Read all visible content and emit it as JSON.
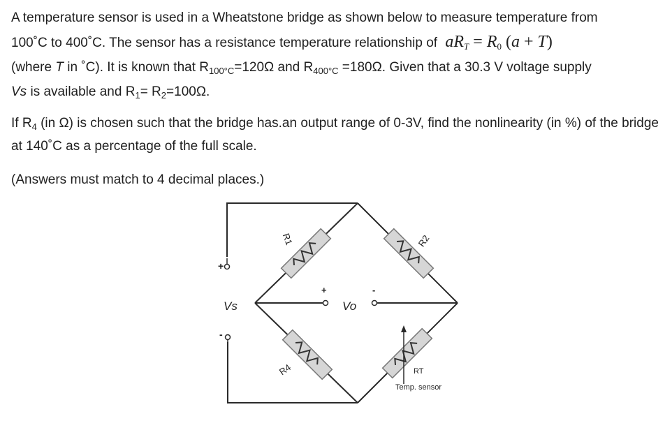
{
  "question": {
    "line1": "A temperature sensor is used in a Wheatstone bridge as shown below to measure temperature from",
    "line2_text": "100˚C to 400˚C. The sensor has a resistance temperature relationship of",
    "formula": {
      "lhs_a": "a",
      "lhs_R": "R",
      "lhs_sub": "T",
      "eq": "=",
      "rhs_R": "R",
      "rhs_sub": "0",
      "rhs_open": "(",
      "rhs_a": "a",
      "plus": "+",
      "rhs_T": "T",
      "rhs_close": ")"
    },
    "line3_a": "(where ",
    "line3_T": "T",
    "line3_b": " in ˚C). It is known that R",
    "line3_sub1": "100°C",
    "line3_c": "=120Ω and R",
    "line3_sub2": "400°C",
    "line3_d": " =180Ω. Given that a 30.3 V voltage supply",
    "line4_a": "Vs",
    "line4_b": " is available and R",
    "line4_sub1": "1",
    "line4_c": "= R",
    "line4_sub2": "2",
    "line4_d": "=100Ω.",
    "p2_a": "If R",
    "p2_sub": "4",
    "p2_b": " (in Ω) is chosen such that the bridge has.an output range of 0-3V, find the nonlinearity (in %) of the bridge at 140˚C as a percentage of the full scale.",
    "p3": "(Answers must match to 4 decimal places.)"
  },
  "diagram": {
    "label_r1": "R1",
    "label_r2": "R2",
    "label_r4": "R4",
    "label_rt": "RT",
    "label_vs": "Vs",
    "label_vo": "Vo",
    "label_temp": "Temp. sensor",
    "plus": "+",
    "minus": "-"
  }
}
